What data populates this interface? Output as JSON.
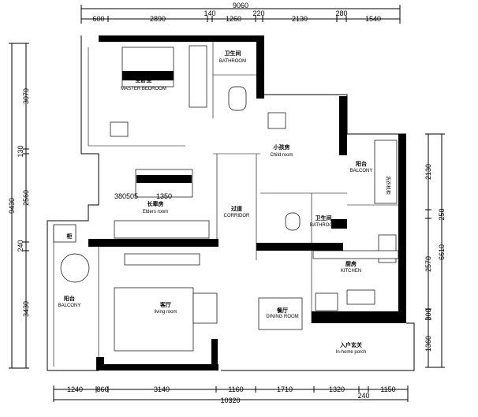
{
  "title": "Apartment floor plan",
  "dimensions": {
    "top_total": "9060",
    "top_segments": [
      "600",
      "2890",
      "140",
      "1260",
      "220",
      "2130",
      "280",
      "1540"
    ],
    "bottom_total": "10320",
    "bottom_segments": [
      "1240",
      "860",
      "3140",
      "1160",
      "1710",
      "1320",
      "240",
      "1150"
    ],
    "left_total": "9430",
    "left_segments": [
      "3070",
      "130",
      "2560",
      "240",
      "3430"
    ],
    "right_total": "6610",
    "right_segments": [
      "2130",
      "250",
      "2570",
      "300",
      "1360"
    ],
    "bed_dims": [
      "380",
      "505",
      "1350"
    ]
  },
  "rooms": {
    "master_bedroom": {
      "cn": "主卧室",
      "en": "MASTER BEDROOM"
    },
    "bathroom_1": {
      "cn": "卫生间",
      "en": "BATHROOM"
    },
    "child_room": {
      "cn": "小孩房",
      "en": "Child room"
    },
    "balcony_east": {
      "cn": "阳台",
      "en": "BALCONY"
    },
    "elders_room": {
      "cn": "长辈房",
      "en": "Elders room"
    },
    "corridor": {
      "cn": "过道",
      "en": "CORRIDOR"
    },
    "bathroom_2": {
      "cn": "卫生间",
      "en": "BATHROOM"
    },
    "kitchen": {
      "cn": "厨房",
      "en": "KITCHEN"
    },
    "living_room": {
      "cn": "客厅",
      "en": "living room"
    },
    "dining_room": {
      "cn": "餐厅",
      "en": "DINING ROOM"
    },
    "porch": {
      "cn": "入户玄关",
      "en": "In-home porch"
    },
    "balcony_west": {
      "cn": "阳台",
      "en": "BALCONY"
    },
    "cabinet_west": {
      "cn": "柜"
    },
    "cabinet_east": {
      "cn": "洗衣机柜"
    }
  }
}
